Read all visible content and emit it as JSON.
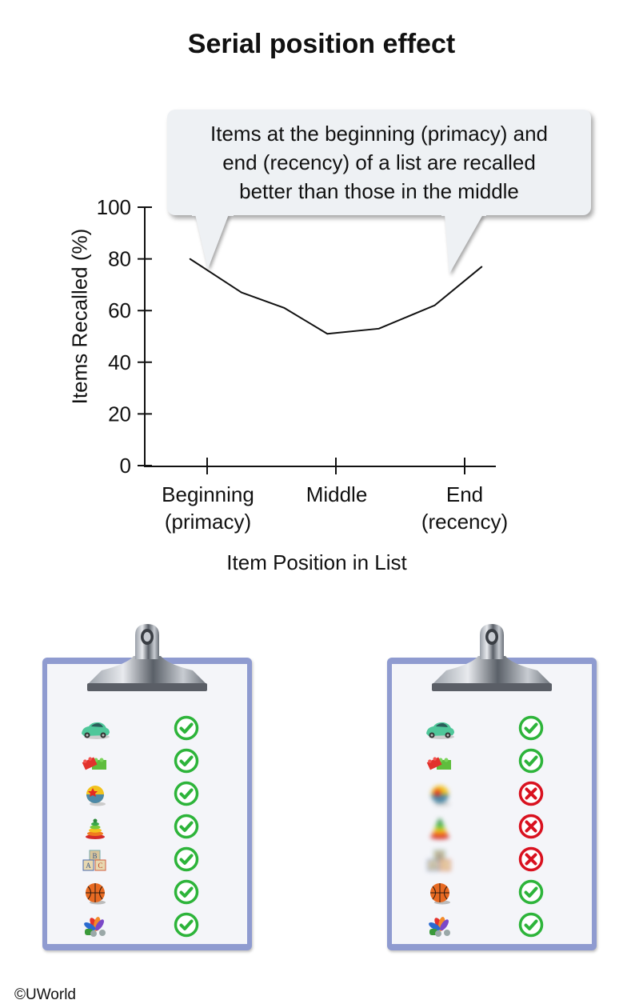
{
  "title": "Serial position effect",
  "callout": {
    "lines": [
      "Items at the beginning (primacy) and",
      "end (recency) of a list are recalled",
      "better than those in the middle"
    ]
  },
  "chart_data": {
    "type": "line",
    "title": "Serial position effect",
    "xlabel": "Item Position in List",
    "ylabel": "Items Recalled (%)",
    "ylim": [
      0,
      100
    ],
    "yticks": [
      "0",
      "20",
      "40",
      "60",
      "80",
      "100"
    ],
    "xticks": [
      {
        "line1": "Beginning",
        "line2": "(primacy)",
        "pos": 1
      },
      {
        "line1": "Middle",
        "line2": "",
        "pos": 4
      },
      {
        "line1": "End",
        "line2": "(recency)",
        "pos": 7
      }
    ],
    "xlim": [
      0,
      8.5
    ],
    "grid": false,
    "series": [
      {
        "name": "Recall",
        "x": [
          0.6,
          1.8,
          2.8,
          3.8,
          5.0,
          6.3,
          7.4
        ],
        "y": [
          80,
          67,
          61,
          51,
          53,
          62,
          77
        ]
      }
    ]
  },
  "clipboards": [
    {
      "name": "immediate-recall",
      "items": [
        {
          "toy": "car",
          "recalled": true,
          "blurred": false
        },
        {
          "toy": "blocks-lego",
          "recalled": true,
          "blurred": false
        },
        {
          "toy": "ball",
          "recalled": true,
          "blurred": false
        },
        {
          "toy": "ring-stacker",
          "recalled": true,
          "blurred": false
        },
        {
          "toy": "abc-blocks",
          "recalled": true,
          "blurred": false
        },
        {
          "toy": "basketball",
          "recalled": true,
          "blurred": false
        },
        {
          "toy": "pinwheel-toy",
          "recalled": true,
          "blurred": false
        }
      ]
    },
    {
      "name": "serial-position-recall",
      "items": [
        {
          "toy": "car",
          "recalled": true,
          "blurred": false
        },
        {
          "toy": "blocks-lego",
          "recalled": true,
          "blurred": false
        },
        {
          "toy": "ball",
          "recalled": false,
          "blurred": true
        },
        {
          "toy": "ring-stacker",
          "recalled": false,
          "blurred": true
        },
        {
          "toy": "abc-blocks",
          "recalled": false,
          "blurred": true
        },
        {
          "toy": "basketball",
          "recalled": true,
          "blurred": false
        },
        {
          "toy": "pinwheel-toy",
          "recalled": true,
          "blurred": false
        }
      ]
    }
  ],
  "colors": {
    "check": "#2db43a",
    "cross": "#d9111f",
    "clipboard": "#8f9bd0",
    "callout": "#eef1f4"
  },
  "copyright": "©UWorld"
}
